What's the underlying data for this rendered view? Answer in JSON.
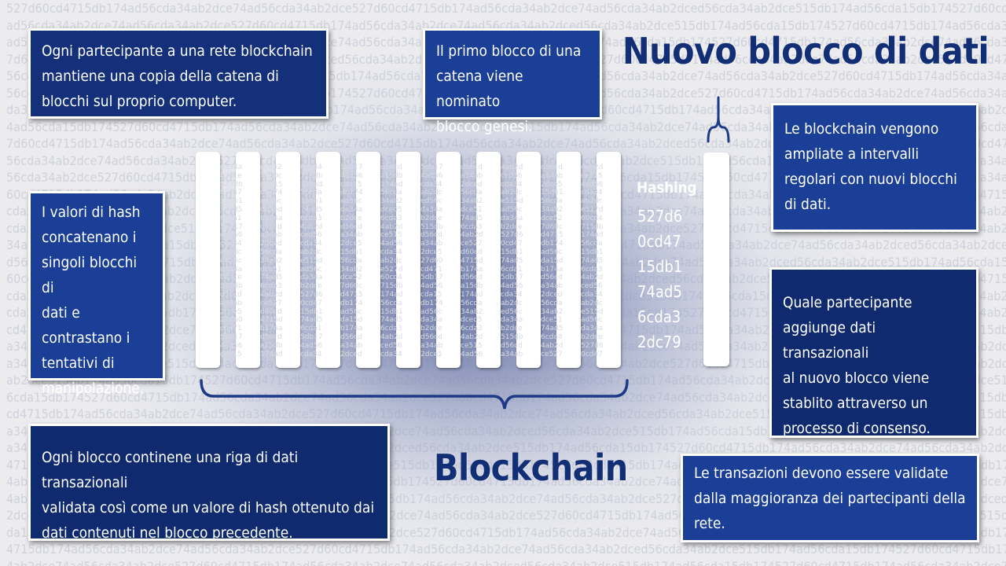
{
  "background_pattern": "527d60cd4715db174ad56cda34ab2dce74ad56cda34ab2dce527d60cd4715db174ad56cda34ab2dce74ad56cda34ab2dced56cda34ab2dce515db174ad56cda15db174",
  "block_pattern": "74ad56cda34ab2dce527d60cd4715db174ad56cda15db174ad56cda34ab2dced56cda34ab2dce515db174",
  "titles": {
    "new_block": "Nuovo blocco di dati",
    "blockchain": "Blockchain"
  },
  "hashing": {
    "label": "Hashing",
    "values": [
      "527d6",
      "0cd47",
      "15db1",
      "74ad5",
      "6cda3",
      "2dc79"
    ]
  },
  "boxes": {
    "participant_copy": [
      "Ogni partecipante  a una rete blockchain",
      "mantiene una copia della catena di",
      "blocchi sul proprio computer."
    ],
    "genesis": [
      "Il primo blocco di una",
      "catena viene nominato",
      "blocco genesi."
    ],
    "hash_values": [
      "I valori di hash",
      "concatenano i",
      "singoli blocchi di",
      "dati e",
      "contrastano i",
      "tentativi  di",
      "manipolazione."
    ],
    "extension": [
      "Le blockchain vengono",
      "ampliate a intervalli",
      "regolari con nuovi blocchi",
      "di dati."
    ],
    "consensus": [
      "Quale partecipante",
      "aggiunge dati transazionali",
      "al nuovo blocco viene",
      "stablito  attraverso  un",
      "processo di consenso."
    ],
    "block_content": [
      "Ogni blocco continene  una riga di dati transazionali",
      "validata  così come un valore di hash ottenuto  dai",
      "dati  contenuti  nel blocco precedente."
    ],
    "validation": [
      "Le transazioni devono essere validate",
      "dalla maggioranza dei partecipanti  della",
      "rete."
    ]
  },
  "colors": {
    "box_fill": "#14307a",
    "title": "#122f75",
    "background": "#ececef"
  }
}
